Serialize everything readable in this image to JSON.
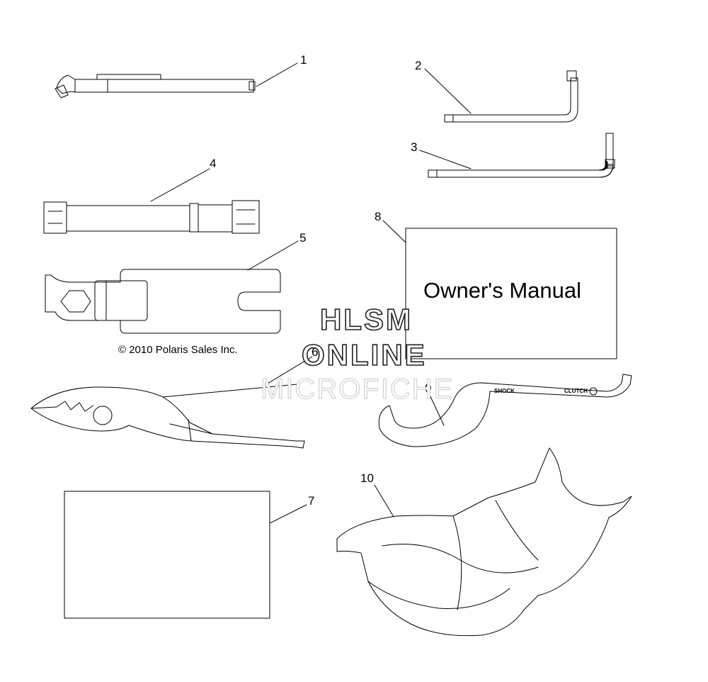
{
  "callouts": [
    "1",
    "2",
    "3",
    "4",
    "5",
    "6",
    "7",
    "8",
    "9",
    "10"
  ],
  "copyright": "© 2010 Polaris Sales Inc.",
  "manual": {
    "title": "Owner's Manual"
  },
  "spanner": {
    "shock": "SHOCK",
    "clutch": "CLUTCH"
  },
  "watermark": {
    "line1": "HLSM",
    "line2": "ONLINE",
    "line3": "MICROFICHE"
  },
  "icons": {
    "1": "tire-pressure-gauge-icon",
    "2": "hex-key-short-icon",
    "3": "hex-key-long-icon",
    "4": "spark-plug-wrench-icon",
    "5": "combination-wrench-icon",
    "6": "pliers-icon",
    "7": "blank-card-icon",
    "8": "owners-manual-icon",
    "9": "spanner-wrench-icon",
    "10": "tool-pouch-icon"
  }
}
